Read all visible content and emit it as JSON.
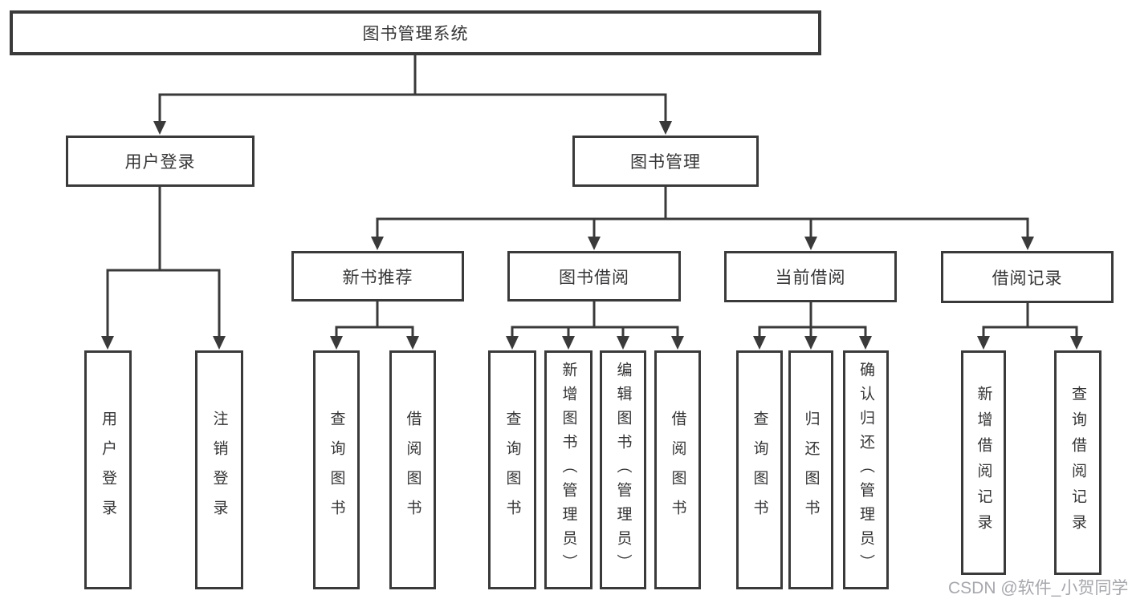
{
  "diagram": {
    "type": "tree",
    "nodes": {
      "root": "图书管理系统",
      "userLogin": "用户登录",
      "bookMgmt": "图书管理",
      "newBook": "新书推荐",
      "bookBorrow": "图书借阅",
      "currentBorrow": "当前借阅",
      "borrowRecord": "借阅记录",
      "v1": "用户登录",
      "v2": "注销登录",
      "v3": "查询图书",
      "v4": "借阅图书",
      "v5": "查询图书",
      "v6": "新增图书（管理员）",
      "v7": "编辑图书（管理员）",
      "v8": "借阅图书",
      "v9": "查询图书",
      "v10": "归还图书",
      "v11": "确认归还（管理员）",
      "v12": "新增借阅记录",
      "v13": "查询借阅记录"
    },
    "edges": [
      [
        "root",
        "userLogin"
      ],
      [
        "root",
        "bookMgmt"
      ],
      [
        "userLogin",
        "v1"
      ],
      [
        "userLogin",
        "v2"
      ],
      [
        "bookMgmt",
        "newBook"
      ],
      [
        "bookMgmt",
        "bookBorrow"
      ],
      [
        "bookMgmt",
        "currentBorrow"
      ],
      [
        "bookMgmt",
        "borrowRecord"
      ],
      [
        "newBook",
        "v3"
      ],
      [
        "newBook",
        "v4"
      ],
      [
        "bookBorrow",
        "v5"
      ],
      [
        "bookBorrow",
        "v6"
      ],
      [
        "bookBorrow",
        "v7"
      ],
      [
        "bookBorrow",
        "v8"
      ],
      [
        "currentBorrow",
        "v9"
      ],
      [
        "currentBorrow",
        "v10"
      ],
      [
        "currentBorrow",
        "v11"
      ],
      [
        "borrowRecord",
        "v12"
      ],
      [
        "borrowRecord",
        "v13"
      ]
    ],
    "colors": {
      "line": "#3a3a3a",
      "text": "#353537",
      "background": "#ffffff"
    }
  },
  "watermark": "CSDN @软件_小贺同学",
  "watermark_color": "#a7a8ad"
}
